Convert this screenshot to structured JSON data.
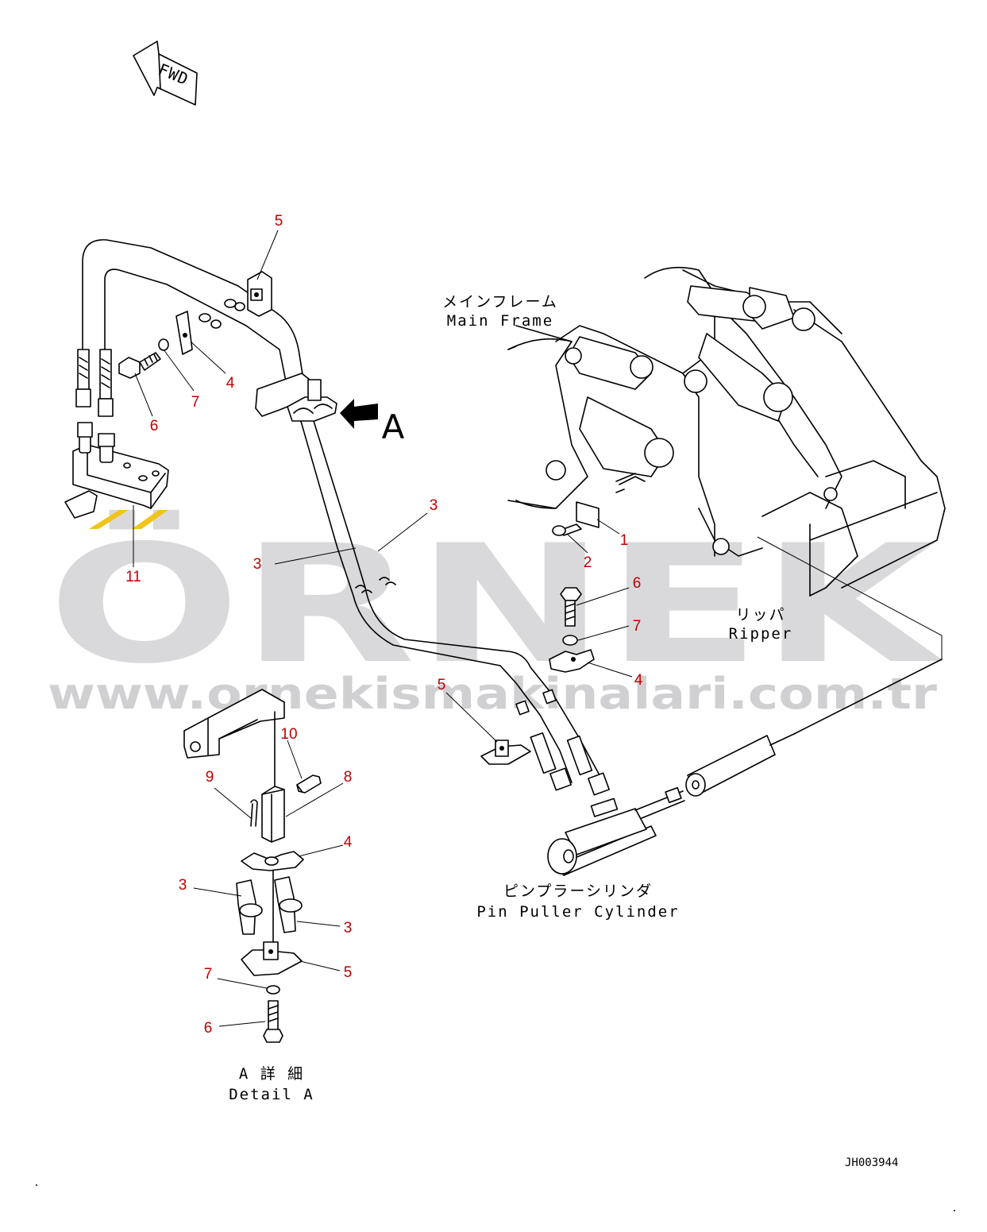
{
  "fwd_label": "FWD",
  "view_marker": "A",
  "labels": {
    "main_frame_jp": "メインフレーム",
    "main_frame_en": "Main Frame",
    "ripper_jp": "リッパ",
    "ripper_en": "Ripper",
    "pin_puller_jp": "ピンプラーシリンダ",
    "pin_puller_en": "Pin Puller Cylinder",
    "detail_a_jp": "A 詳 細",
    "detail_a_en": "Detail A"
  },
  "callouts": {
    "c5_top": "5",
    "c4_top": "4",
    "c7_top": "7",
    "c6_top": "6",
    "c11": "11",
    "c3_a": "3",
    "c3_b": "3",
    "c1": "1",
    "c2": "2",
    "c6_mid": "6",
    "c7_mid": "7",
    "c4_mid": "4",
    "c5_mid": "5",
    "c10": "10",
    "c9": "9",
    "c8": "8",
    "c4_det": "4",
    "c3_det_l": "3",
    "c3_det_r": "3",
    "c5_det": "5",
    "c7_det": "7",
    "c6_det": "6"
  },
  "watermark": {
    "brand": "ÖRNEK",
    "url": "www.ornekismakinalari.com.tr",
    "accent_color": "#f0c419"
  },
  "drawing_code": "JH003944"
}
